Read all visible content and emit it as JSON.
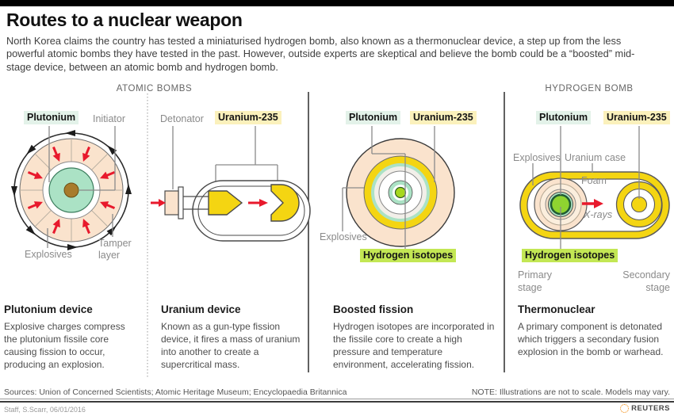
{
  "header": {
    "title": "Routes to a nuclear weapon",
    "intro": "North Korea claims the country has tested a miniaturised hydrogen bomb, also known as a thermonuclear device, a step up from the less powerful atomic bombs they have tested in the past. However, outside experts are skeptical and believe the bomb could be a “boosted” mid-stage device, between an atomic bomb and hydrogen bomb."
  },
  "group_headers": {
    "atomic": "ATOMIC BOMBS",
    "hydrogen": "HYDROGEN BOMB"
  },
  "labels": {
    "p1_plutonium": "Plutonium",
    "p1_initiator": "Initiator",
    "p1_explosives": "Explosives",
    "p1_tamper": "Tamper layer",
    "p2_detonator": "Detonator",
    "p2_uranium": "Uranium-235",
    "p3_plutonium": "Plutonium",
    "p3_uranium": "Uranium-235",
    "p3_explosives": "Explosives",
    "p3_hydrogen": "Hydrogen isotopes",
    "p4_plutonium": "Plutonium",
    "p4_uranium": "Uranium-235",
    "p4_explosives": "Explosives",
    "p4_uranium_case": "Uranium case",
    "p4_foam": "Foam",
    "p4_xrays": "X-rays",
    "p4_hydrogen": "Hydrogen isotopes",
    "p4_primary": "Primary stage",
    "p4_secondary": "Secondary stage"
  },
  "sections": [
    {
      "heading": "Plutonium device",
      "body": "Explosive charges compress the plutonium fissile core causing fission to occur, producing an explosion."
    },
    {
      "heading": "Uranium device",
      "body": "Known as a gun-type fission device, it fires a mass of uranium into another to create a supercritical mass."
    },
    {
      "heading": "Boosted fission",
      "body": "Hydrogen isotopes are incorporated in the fissile core to create a high pressure and temperature environment, accelerating fission."
    },
    {
      "heading": "Thermonuclear",
      "body": "A primary component is detonated which triggers a secondary fusion explosion in the bomb or warhead."
    }
  ],
  "footer": {
    "sources": "Sources: Union of Concerned Scientists; Atomic Heritage Museum; Encyclopaedia Britannica",
    "note": "NOTE: Illustrations are not to scale. Models may vary.",
    "credit": "Staff, S.Scarr, 06/01/2016",
    "brand": "REUTERS"
  },
  "colors": {
    "accent_red": "#E8192C",
    "uranium_yellow": "#F4D512",
    "plutonium_mint": "#ABE2C5",
    "explosives_peach": "#FAE3CD",
    "hydrogen_lime_core": "#A6D81E",
    "initiator_brown": "#A87B2B",
    "chip_mint_bg": "#E3F2E9",
    "chip_yellow_bg": "#FBF1BC",
    "chip_lime_bg": "#C3E754"
  }
}
